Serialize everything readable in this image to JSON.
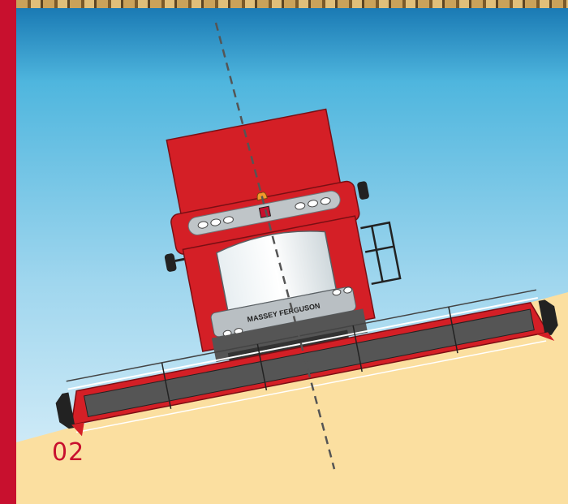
{
  "step_number": "02",
  "brand_text": "MASSEY FERGUSON",
  "colors": {
    "accent_red": "#c8102e",
    "machine_red": "#d41f26",
    "sky_top": "#1a7ab4",
    "sky_bottom": "#dff1fa",
    "field": "#fbdfa0",
    "axis_line": "#555555"
  },
  "icons": {
    "brand_logo": "mf-triangle-logo"
  }
}
